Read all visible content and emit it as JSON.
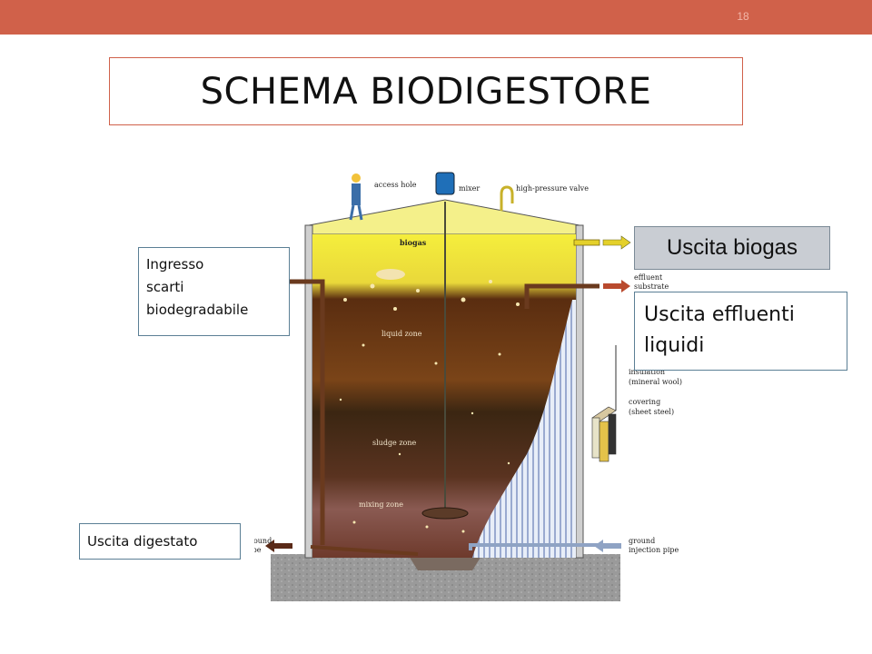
{
  "slide": {
    "number": "18"
  },
  "title": "SCHEMA BIODIGESTORE",
  "callouts": {
    "ingresso": [
      "Ingresso",
      "scarti",
      "biodegradabile"
    ],
    "digestato": "Uscita digestato",
    "biogas": "Uscita biogas",
    "effluenti": [
      "Uscita effluenti",
      "liquidi"
    ]
  },
  "diagram_labels": {
    "access_hole": "access hole",
    "mixer": "mixer",
    "valve": "high-pressure valve",
    "biogas": "biogas",
    "effluent_1": "effluent",
    "effluent_2": "substrate",
    "liquid_zone": "liquid zone",
    "sludge_zone": "sludge zone",
    "mixing_zone": "mixing zone",
    "insulation_1": "insulation",
    "insulation_2": "(mineral wool)",
    "covering_1": "covering",
    "covering_2": "(sheet steel)",
    "ground_pipe_left_1": "ground",
    "ground_pipe_left_2": "pipe",
    "ground_pipe_right_1": "ground",
    "ground_pipe_right_2": "injection pipe"
  },
  "colors": {
    "accent": "#d0614a",
    "biogas_layer": "#f2ea3a",
    "biogas_callout": "#c9cdd3",
    "callout_border": "#5b7f95"
  }
}
